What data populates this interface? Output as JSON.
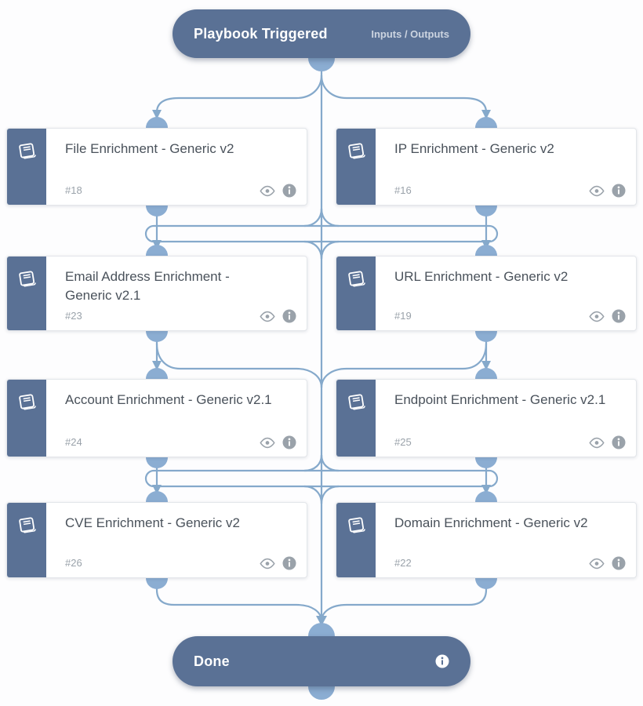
{
  "header": {
    "title": "Playbook Triggered",
    "io_label": "Inputs / Outputs"
  },
  "done": {
    "title": "Done"
  },
  "tasks": [
    {
      "title": "File Enrichment - Generic v2",
      "number": "#18"
    },
    {
      "title": "IP Enrichment - Generic v2",
      "number": "#16"
    },
    {
      "title": "Email Address Enrichment - Generic v2.1",
      "number": "#23"
    },
    {
      "title": "URL Enrichment - Generic v2",
      "number": "#19"
    },
    {
      "title": "Account Enrichment - Generic v2.1",
      "number": "#24"
    },
    {
      "title": "Endpoint Enrichment - Generic v2.1",
      "number": "#25"
    },
    {
      "title": "CVE Enrichment - Generic v2",
      "number": "#26"
    },
    {
      "title": "Domain Enrichment - Generic v2",
      "number": "#22"
    }
  ],
  "icons": {
    "task_type": "playbook-book-icon",
    "preview": "eye-icon",
    "details": "info-icon"
  },
  "colors": {
    "node_slate": "#5a7195",
    "connector_blue": "#85a9cb",
    "port_blue": "#8badd2",
    "title_text": "#4a525b",
    "muted_text": "#9aa2aa"
  }
}
